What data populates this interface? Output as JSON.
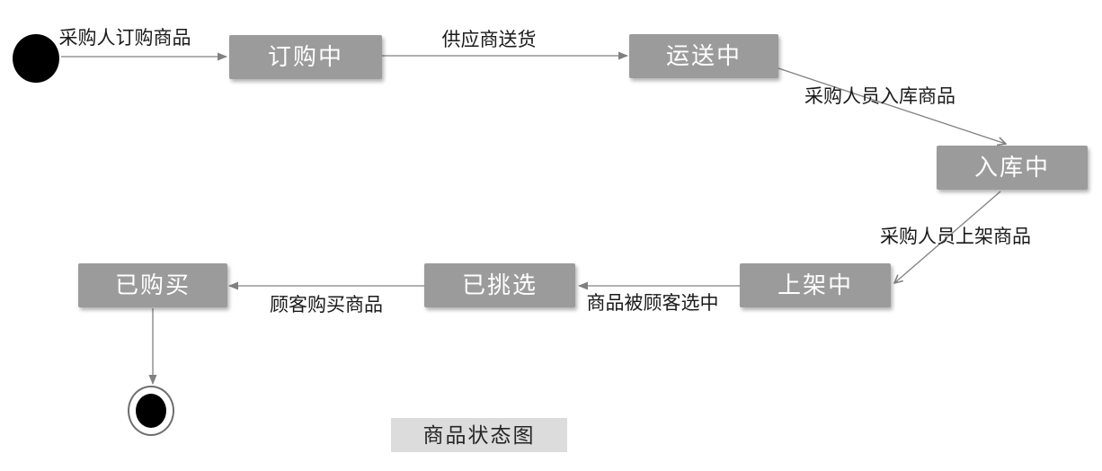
{
  "diagram": {
    "title": "商品状态图"
  },
  "states": [
    {
      "id": "ordering",
      "label": "订购中"
    },
    {
      "id": "shipping",
      "label": "运送中"
    },
    {
      "id": "warehousing",
      "label": "入库中"
    },
    {
      "id": "shelving",
      "label": "上架中"
    },
    {
      "id": "picked",
      "label": "已挑选"
    },
    {
      "id": "purchased",
      "label": "已购买"
    }
  ],
  "transitions": [
    {
      "from": "start",
      "to": "ordering",
      "label": "采购人订购商品"
    },
    {
      "from": "ordering",
      "to": "shipping",
      "label": "供应商送货"
    },
    {
      "from": "shipping",
      "to": "warehousing",
      "label": "采购人员入库商品"
    },
    {
      "from": "warehousing",
      "to": "shelving",
      "label": "采购人员上架商品"
    },
    {
      "from": "shelving",
      "to": "picked",
      "label": "商品被顾客选中"
    },
    {
      "from": "picked",
      "to": "purchased",
      "label": "顾客购买商品"
    },
    {
      "from": "purchased",
      "to": "end",
      "label": ""
    }
  ],
  "colors": {
    "state_fill": "#9b9b9b",
    "state_text": "#ffffff",
    "line": "#808080",
    "label_text": "#1a1a1a",
    "title_fill": "#dcdcdc",
    "title_text": "#262626",
    "terminal_fill": "#000000"
  }
}
